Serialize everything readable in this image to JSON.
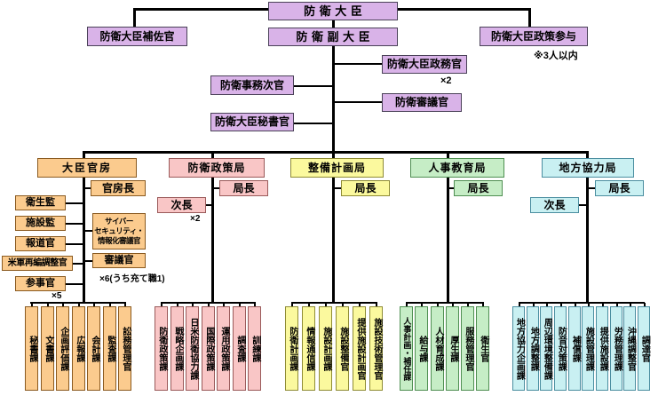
{
  "title": "防衛省内部部局組織図",
  "palette": {
    "purple": "#d9b3e8",
    "orange": "#fbcb8e",
    "pink": "#f9c6c6",
    "yellow": "#fbf99e",
    "green": "#c6edc6",
    "cyan": "#c9f0f2",
    "line": "#000000"
  },
  "top": {
    "minister": "防衛大臣",
    "aide": "防衛大臣補佐官",
    "vice_minister": "防衛副大臣",
    "policy_advisor": "防衛大臣政策参与",
    "policy_advisor_note": "※3人以内",
    "parliamentary_vice_minister": "防衛大臣政務官",
    "parliamentary_vice_minister_note": "×2",
    "administrative_vice_minister": "防衛事務次官",
    "defense_councillor": "防衛審議官",
    "minister_secretary": "防衛大臣秘書官"
  },
  "secretariat": {
    "name": "大臣官房",
    "chief": "官房長",
    "officers": [
      "衛生監",
      "施設監",
      "報道官",
      "米軍再編調整官",
      "参事官"
    ],
    "sanjikan_note": "×5",
    "cyber_councillor": "サイバー\nセキュリティ・\n情報化審議官",
    "councillor": "審議官",
    "councillor_note": "×6(うち充て職1)",
    "divisions": [
      "秘書課",
      "文書課",
      "企画評価課",
      "広報課",
      "会計課",
      "監査課",
      "訟務管理官"
    ]
  },
  "bureaus": [
    {
      "name": "防衛政策局",
      "director": "局長",
      "deputy": "次長",
      "deputy_note": "×2",
      "divisions": [
        "防衛政策課",
        "戦略企画課",
        "日米防衛協力課",
        "国際政策課",
        "運用政策課",
        "調査課",
        "訓練課"
      ]
    },
    {
      "name": "整備計画局",
      "director": "局長",
      "divisions": [
        "防衛計画課",
        "情報通信課",
        "施設計画課",
        "施設整備官",
        "提供施設計画官",
        "施設技術管理官"
      ]
    },
    {
      "name": "人事教育局",
      "director": "局長",
      "divisions": [
        "人事計画・補任課",
        "給与課",
        "人材育成課",
        "厚生課",
        "服務管理官",
        "衛生官"
      ]
    },
    {
      "name": "地方協力局",
      "director": "局長",
      "deputy": "次長",
      "divisions": [
        "地方協力企画課",
        "地方調整課",
        "周辺環境整備課",
        "防音対策課",
        "補償課",
        "施設管理課",
        "提供施設課",
        "労務管理課",
        "沖縄調整官",
        "調達官"
      ]
    }
  ]
}
